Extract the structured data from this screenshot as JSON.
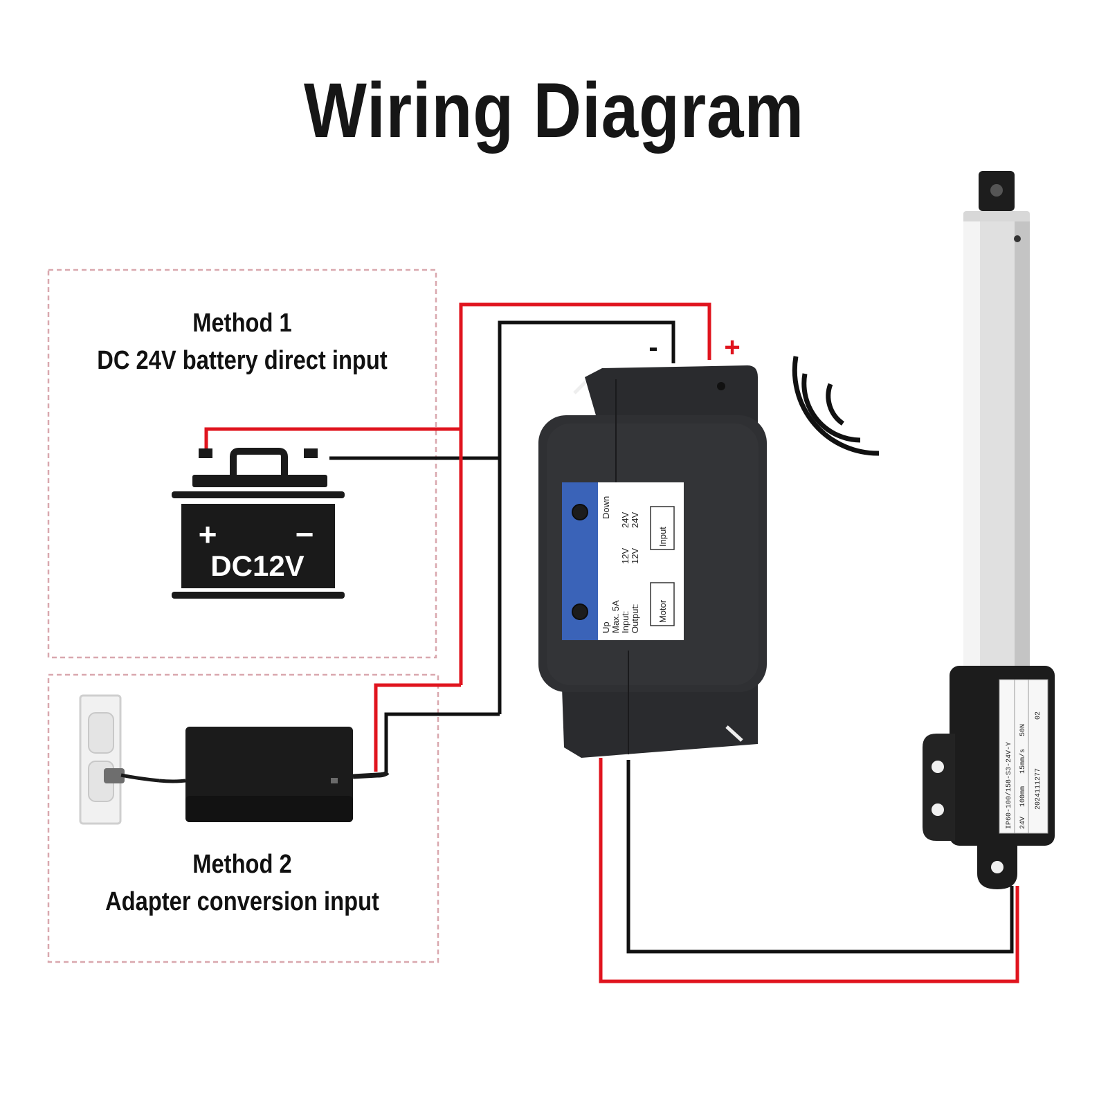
{
  "title": "Wiring Diagram",
  "method1": {
    "heading": "Method 1",
    "description": "DC 24V battery direct input"
  },
  "method2": {
    "heading": "Method 2",
    "description": "Adapter conversion input"
  },
  "battery": {
    "plus_symbol": "+",
    "minus_symbol": "−",
    "label": "DC12V"
  },
  "controller_terminals": {
    "minus_label": "-",
    "plus_label": "+"
  },
  "controller_panel": {
    "up": "Up",
    "down": "Down",
    "max": "Max. 5A",
    "input_label": "Input:",
    "input_12v": "12V",
    "input_24v": "24V",
    "output_label": "Output:",
    "output_12v": "12V",
    "output_24v": "24V",
    "terminal_input": "Input",
    "terminal_motor": "Motor"
  },
  "actuator_label": {
    "model": "IP60-100/158-S3-24V-Y",
    "row2a": "24V",
    "row2b": "100mm",
    "row2c": "15mm/s",
    "row2d": "50N",
    "serial": "2024111277",
    "code": "02"
  },
  "colors": {
    "wire_positive": "#e0141e",
    "wire_negative": "#111111",
    "panel_blue": "#3a63b8",
    "dashed_border": "#d9a7ae"
  },
  "icons": [
    "battery-icon",
    "wall-outlet-icon",
    "power-adapter-icon",
    "controller-icon",
    "wireless-signal-icon",
    "linear-actuator-icon"
  ]
}
